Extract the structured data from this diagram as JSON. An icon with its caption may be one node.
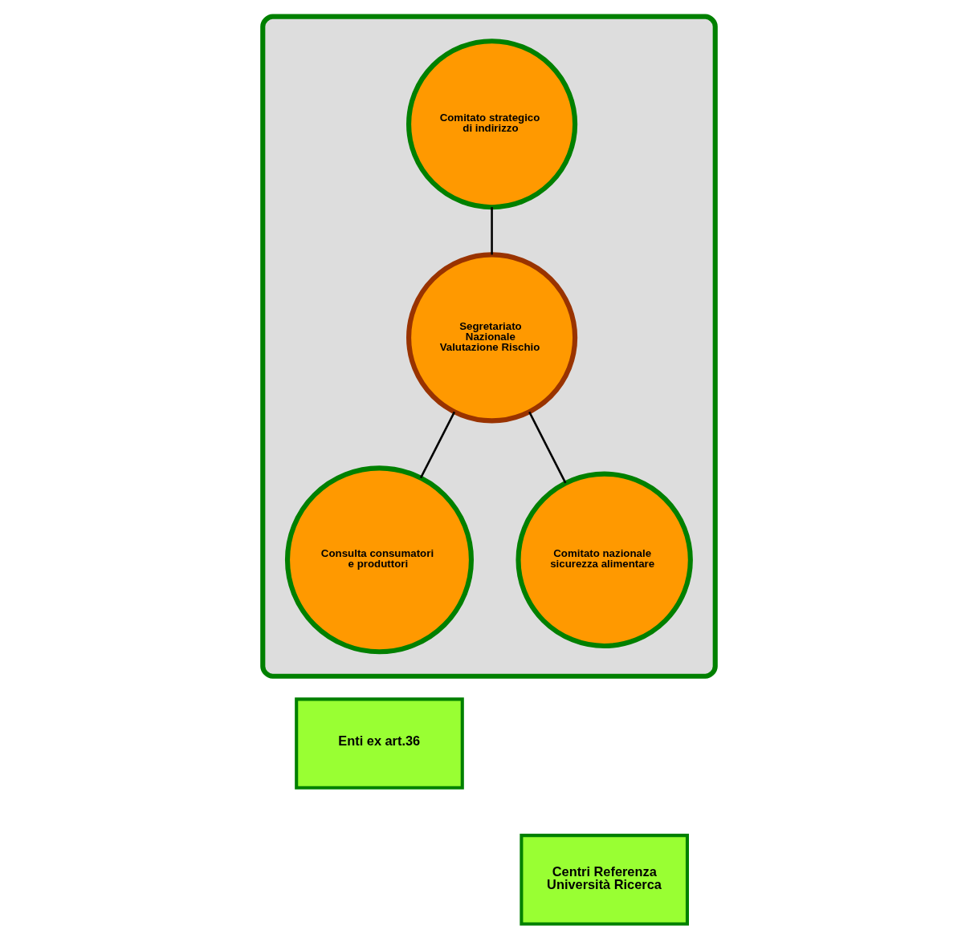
{
  "diagram": {
    "nodes": [
      {
        "text": [],
        "shape": "ellipse"
      },
      {
        "text": [
          "Comitato strategico di indirizzo"
        ],
        "in": 0
      },
      {
        "text": [
          "Segretariato Nazionale Valutazione Rischio"
        ],
        "in": 0
      },
      {
        "text": [
          "Consulta consumatori e produttori"
        ],
        "in": 0
      },
      {
        "text": [
          "Comitato nazionale sicurezza alimentare"
        ],
        "in": 0
      },
      {
        "text": [
          "Enti ex art.36"
        ]
      },
      {
        "text": [
          "Centri Referenza Università Ricerca"
        ]
      }
    ],
    "edges": [
      {
        "from": 1,
        "to": 2,
        "arrow": "none"
      },
      {
        "from": 2,
        "to": 3,
        "arrow": "none"
      },
      {
        "from": 2,
        "to": 4,
        "arrow": "none"
      }
    ]
  }
}
